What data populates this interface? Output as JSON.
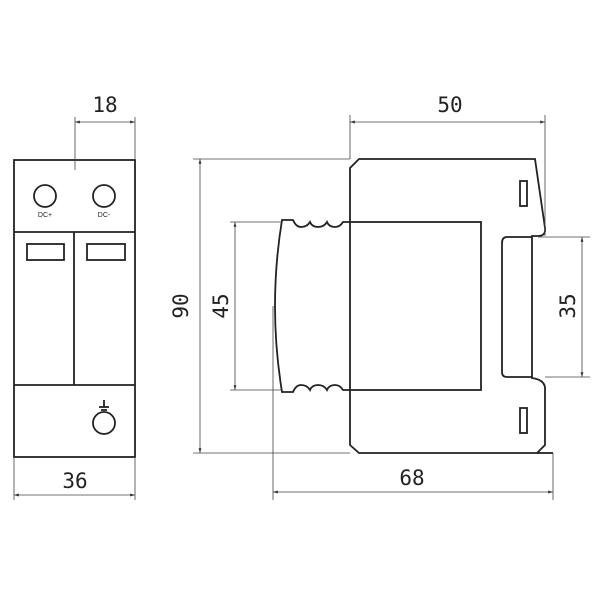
{
  "front_view": {
    "terminal_labels": [
      "DC+",
      "DC-"
    ],
    "ground_symbol": "⏚"
  },
  "dimensions": {
    "pole_width": "18",
    "total_width": "36",
    "height": "90",
    "front_height": "45",
    "rail_depth": "50",
    "rail_width": "35",
    "depth": "68"
  }
}
